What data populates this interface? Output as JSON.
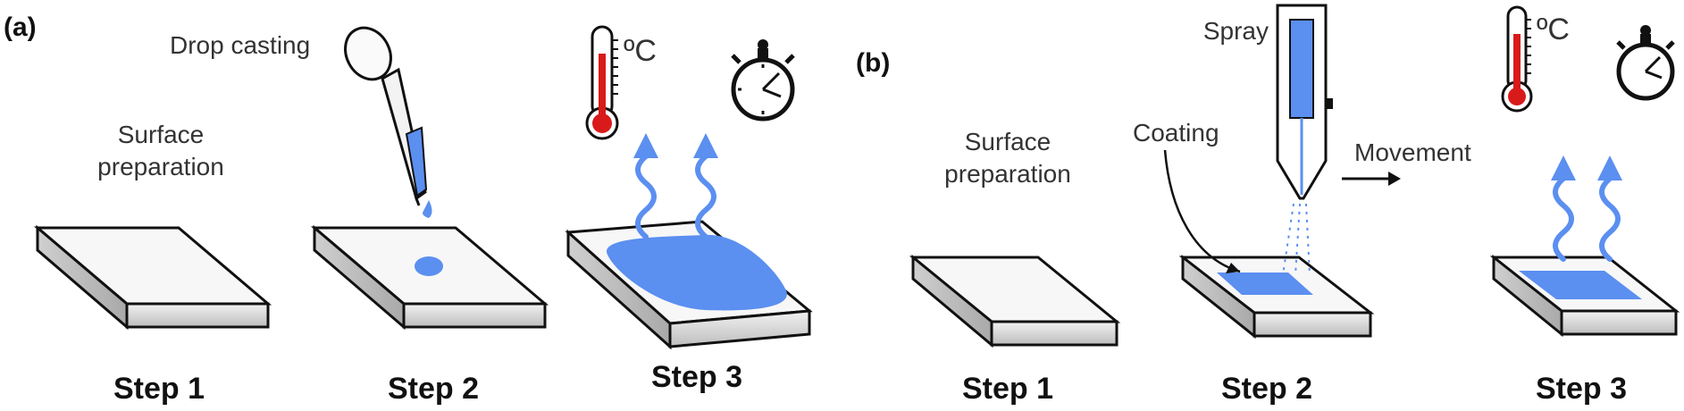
{
  "panel_a": {
    "letter": "(a)",
    "drop_casting_label": "Drop casting",
    "surface_label_line1": "Surface",
    "surface_label_line2": "preparation",
    "temperature_unit": "ºC",
    "step1": "Step 1",
    "step2": "Step 2",
    "step3": "Step 3"
  },
  "panel_b": {
    "letter": "(b)",
    "spray_label": "Spray",
    "coating_label": "Coating",
    "movement_label": "Movement",
    "surface_label_line1": "Surface",
    "surface_label_line2": "preparation",
    "temperature_unit": "ºC",
    "step1": "Step 1",
    "step2": "Step 2",
    "step3": "Step 3"
  },
  "colors": {
    "coating_blue": "#5b8ff0",
    "thermometer_red": "#d91a1a",
    "outline": "#111111"
  }
}
